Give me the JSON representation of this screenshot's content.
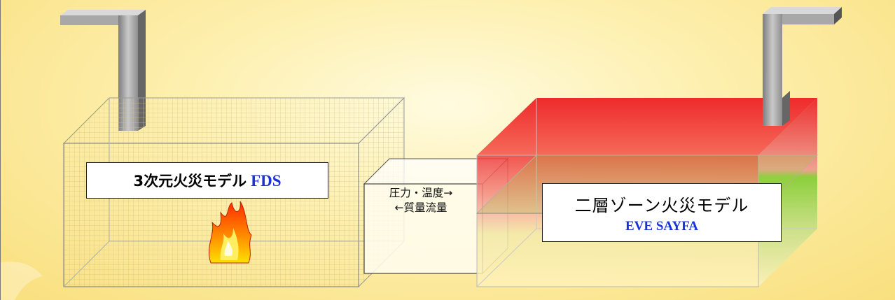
{
  "fds_label": {
    "main": "3次元火災モデル",
    "tag": "FDS"
  },
  "eve_label": {
    "line1": "二層ゾーン火災モデル",
    "line2": "EVE SAYFA"
  },
  "link_label": {
    "line1": "圧力・温度→",
    "line2": "←質量流量"
  },
  "colors": {
    "upper_layer": "#e8262a",
    "lower_layer": "#8ccf3c",
    "label_accent": "#1a33d6"
  }
}
